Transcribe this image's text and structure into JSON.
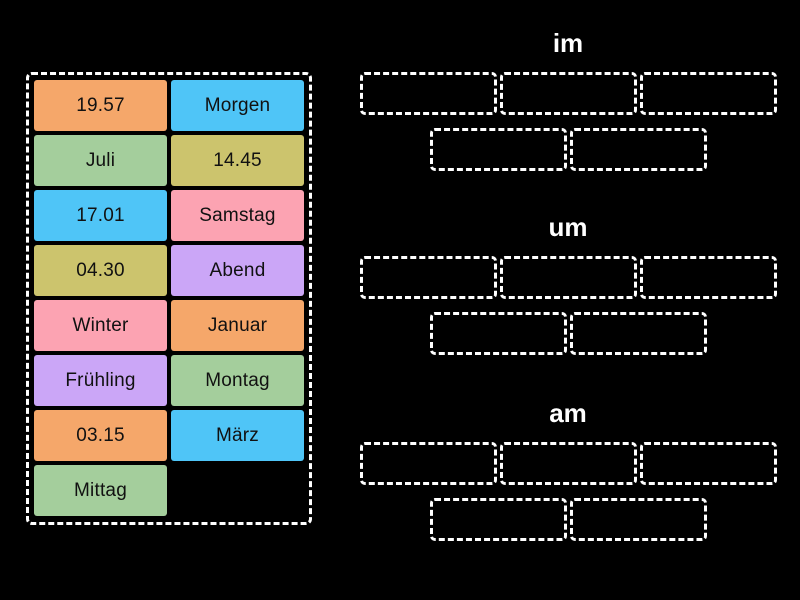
{
  "page": {
    "background_color": "#000000",
    "activity_type": "drag-and-drop-sorting"
  },
  "tray": {
    "name": "word-tile-tray",
    "border_color": "#ffffff",
    "tiles": [
      {
        "label": "19.57",
        "color": "#F5A76A"
      },
      {
        "label": "Morgen",
        "color": "#4FC5F7"
      },
      {
        "label": "Juli",
        "color": "#A4CE9C"
      },
      {
        "label": "14.45",
        "color": "#CCC46D"
      },
      {
        "label": "17.01",
        "color": "#4FC5F7"
      },
      {
        "label": "Samstag",
        "color": "#FCA3B2"
      },
      {
        "label": "04.30",
        "color": "#CCC46D"
      },
      {
        "label": "Abend",
        "color": "#CBA6F7"
      },
      {
        "label": "Winter",
        "color": "#FCA3B2"
      },
      {
        "label": "Januar",
        "color": "#F5A76A"
      },
      {
        "label": "Frühling",
        "color": "#CBA6F7"
      },
      {
        "label": "Montag",
        "color": "#A4CE9C"
      },
      {
        "label": "03.15",
        "color": "#F5A76A"
      },
      {
        "label": "März",
        "color": "#4FC5F7"
      },
      {
        "label": "Mittag",
        "color": "#A4CE9C"
      },
      {
        "label": "",
        "color": "transparent"
      }
    ]
  },
  "zones": [
    {
      "title": "im",
      "name": "drop-group-im",
      "rows": [
        {
          "slots": [
            "",
            "",
            ""
          ]
        },
        {
          "slots": [
            "",
            ""
          ]
        }
      ]
    },
    {
      "title": "um",
      "name": "drop-group-um",
      "rows": [
        {
          "slots": [
            "",
            "",
            ""
          ]
        },
        {
          "slots": [
            "",
            ""
          ]
        }
      ]
    },
    {
      "title": "am",
      "name": "drop-group-am",
      "rows": [
        {
          "slots": [
            "",
            "",
            ""
          ]
        },
        {
          "slots": [
            "",
            ""
          ]
        }
      ]
    }
  ]
}
